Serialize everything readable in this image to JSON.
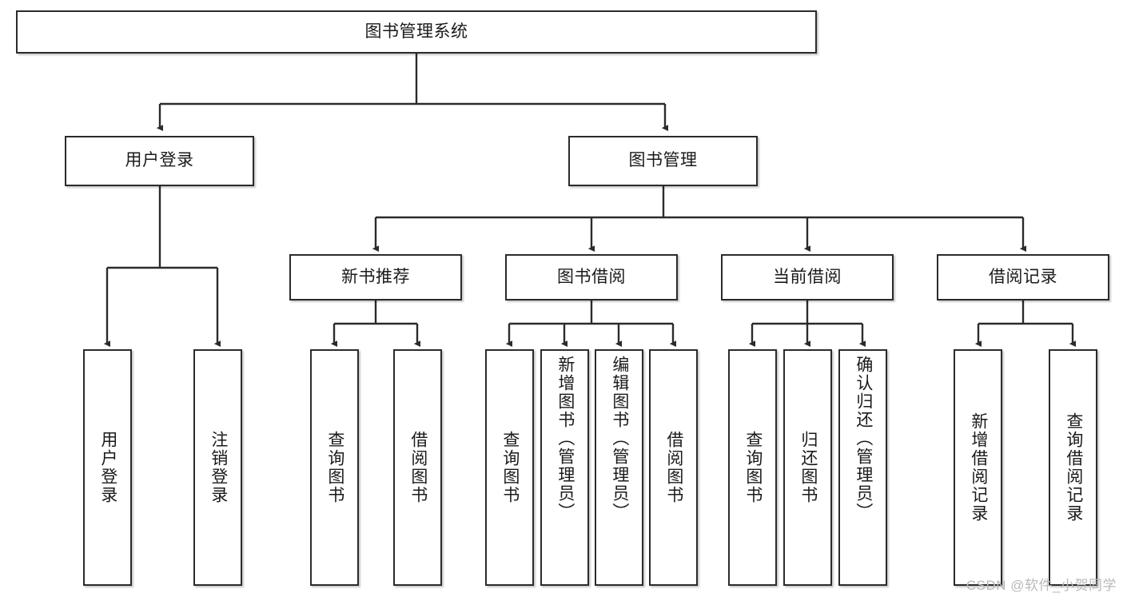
{
  "diagram": {
    "type": "tree-hierarchy",
    "title": "图书管理系统",
    "root": {
      "id": "root",
      "label": "图书管理系统"
    },
    "level2": [
      {
        "id": "user-login",
        "label": "用户登录"
      },
      {
        "id": "book-manage",
        "label": "图书管理"
      }
    ],
    "level3": [
      {
        "id": "new-book-rec",
        "label": "新书推荐",
        "parent": "book-manage"
      },
      {
        "id": "book-borrow",
        "label": "图书借阅",
        "parent": "book-manage"
      },
      {
        "id": "current-borrow",
        "label": "当前借阅",
        "parent": "book-manage"
      },
      {
        "id": "borrow-record",
        "label": "借阅记录",
        "parent": "book-manage"
      }
    ],
    "leaves": [
      {
        "id": "leaf-user-login",
        "label": "用户登录",
        "parent": "user-login"
      },
      {
        "id": "leaf-logout",
        "label": "注销登录",
        "parent": "user-login"
      },
      {
        "id": "leaf-query-book-1",
        "label": "查询图书",
        "parent": "new-book-rec"
      },
      {
        "id": "leaf-borrow-book-1",
        "label": "借阅图书",
        "parent": "new-book-rec"
      },
      {
        "id": "leaf-query-book-2",
        "label": "查询图书",
        "parent": "book-borrow"
      },
      {
        "id": "leaf-add-book",
        "label": "新增图书（管理员）",
        "parent": "book-borrow"
      },
      {
        "id": "leaf-edit-book",
        "label": "编辑图书（管理员）",
        "parent": "book-borrow"
      },
      {
        "id": "leaf-borrow-book-2",
        "label": "借阅图书",
        "parent": "book-borrow"
      },
      {
        "id": "leaf-query-book-3",
        "label": "查询图书",
        "parent": "current-borrow"
      },
      {
        "id": "leaf-return-book",
        "label": "归还图书",
        "parent": "current-borrow"
      },
      {
        "id": "leaf-confirm-return",
        "label": "确认归还（管理员）",
        "parent": "current-borrow"
      },
      {
        "id": "leaf-add-record",
        "label": "新增借阅记录",
        "parent": "borrow-record"
      },
      {
        "id": "leaf-query-record",
        "label": "查询借阅记录",
        "parent": "borrow-record"
      }
    ]
  },
  "watermark": {
    "text": "CSDN @软件_小贺同学"
  },
  "colors": {
    "stroke": "#2b2b2b",
    "fill": "#ffffff",
    "text": "#1a1a1a",
    "watermark": "#b9b9b9"
  }
}
